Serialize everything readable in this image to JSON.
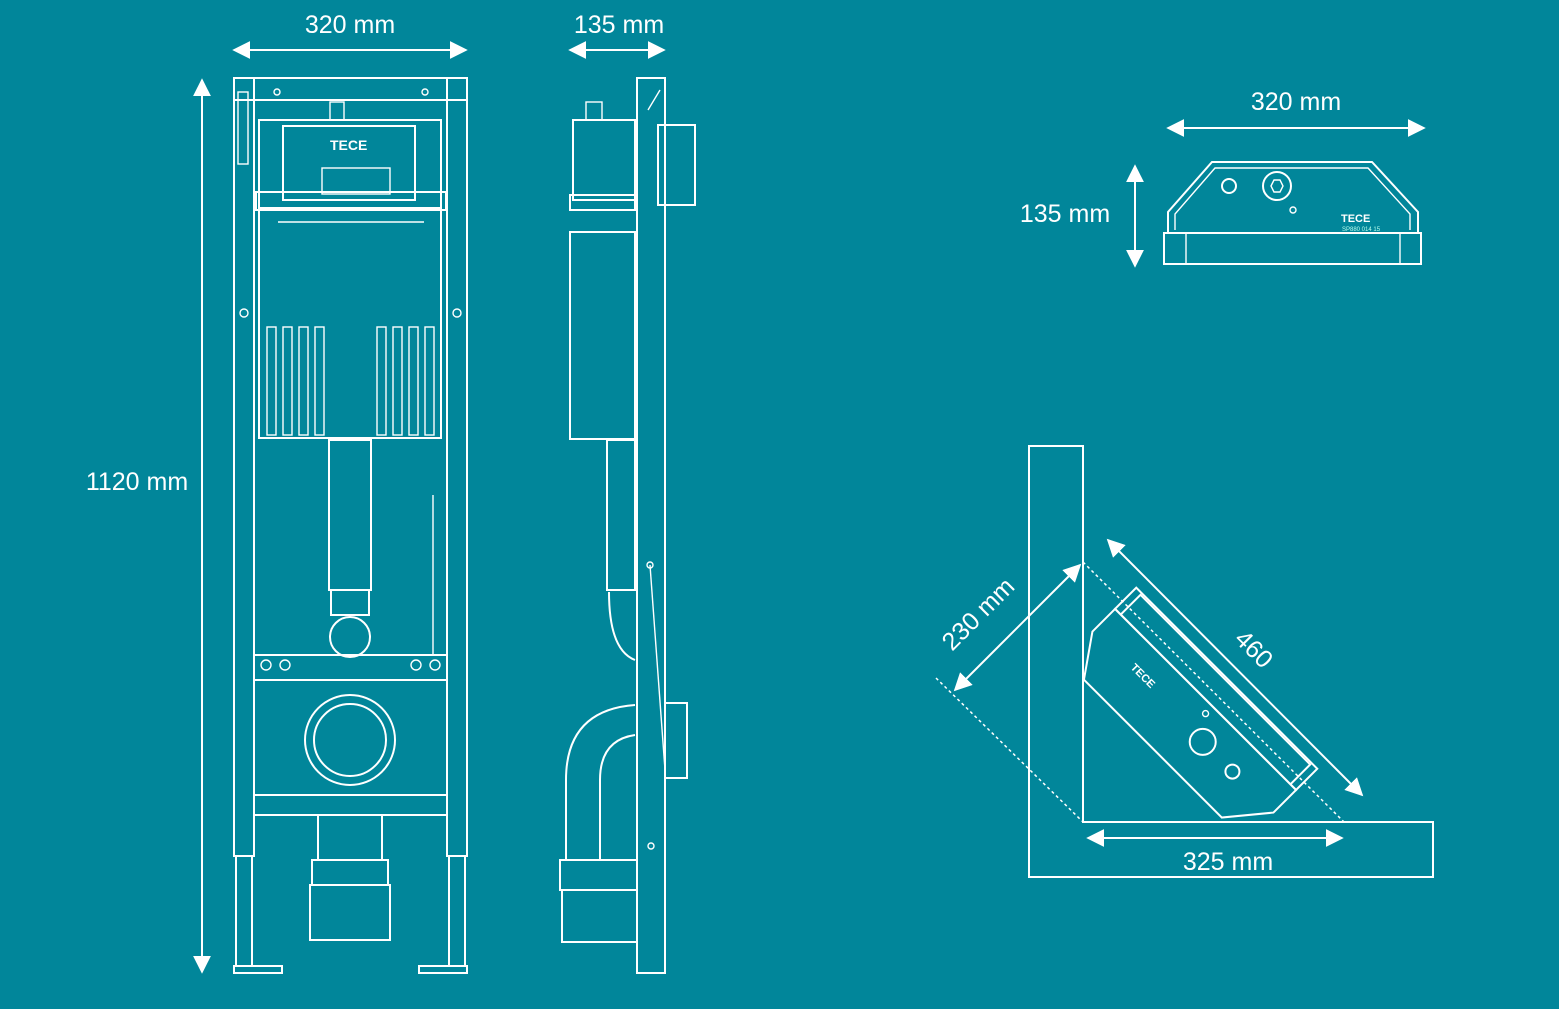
{
  "dimensions": {
    "front_width": "320 mm",
    "side_depth": "135 mm",
    "height": "1120 mm",
    "module_width": "320 mm",
    "module_depth": "135 mm",
    "corner_depth": "230 mm",
    "corner_diagonal": "460",
    "corner_width": "325 mm"
  },
  "logo": {
    "brand": "TECE",
    "module_code": "SP880 014 15"
  },
  "colors": {
    "background": "#01869a",
    "lines": "#ffffff"
  }
}
